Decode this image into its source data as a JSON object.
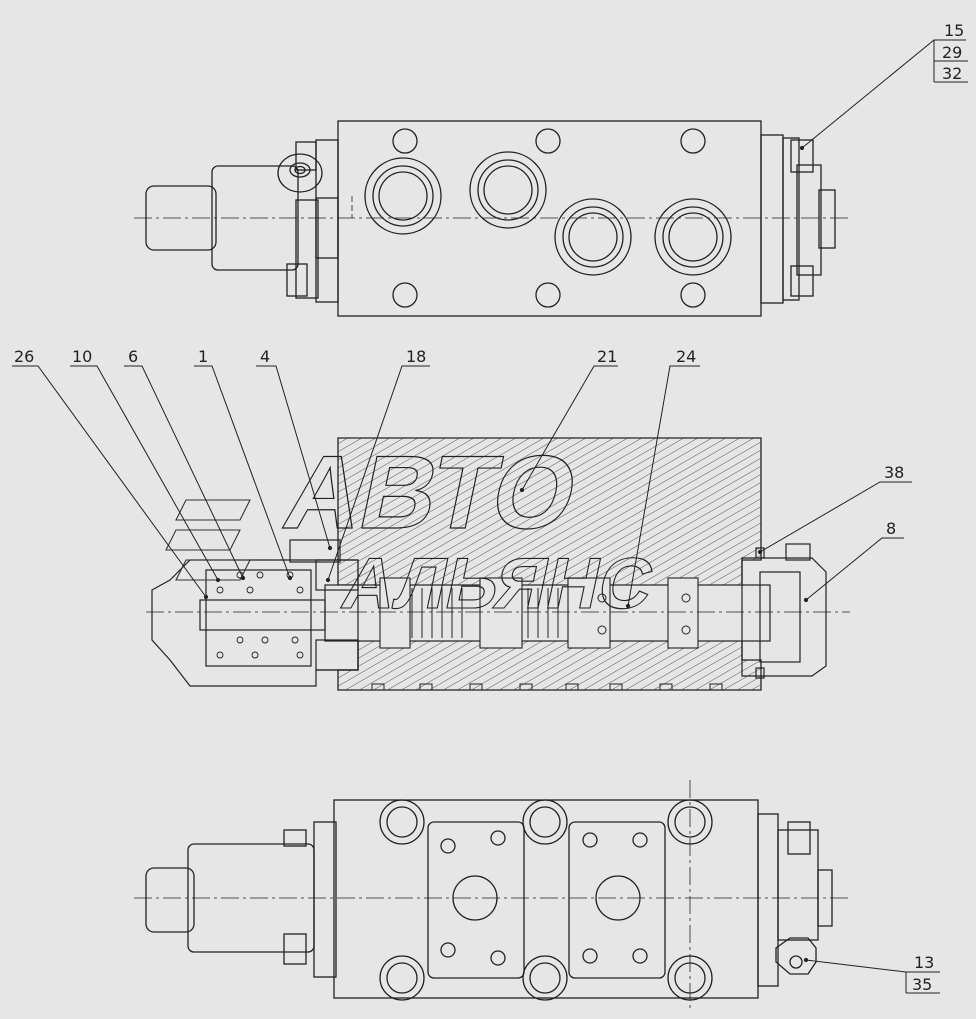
{
  "drawing": {
    "background": "#e6e6e6",
    "line_color": "#222222",
    "views": [
      "top-view",
      "section-view",
      "bottom-view"
    ]
  },
  "callouts": {
    "top_stack": [
      "15",
      "29",
      "32"
    ],
    "c26": "26",
    "c10": "10",
    "c6": "6",
    "c1": "1",
    "c4": "4",
    "c18": "18",
    "c21": "21",
    "c24": "24",
    "c38": "38",
    "c8": "8",
    "bottom_stack": [
      "13",
      "35"
    ]
  },
  "watermark": {
    "line1": "АВТО",
    "line2": "АЛЬЯНС"
  }
}
